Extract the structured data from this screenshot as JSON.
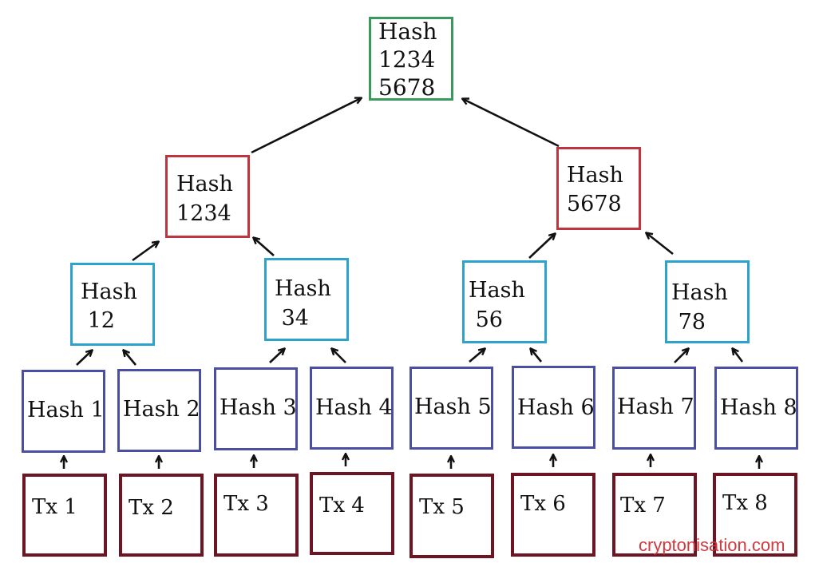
{
  "diagram": {
    "title": "Merkle Tree",
    "root": {
      "lines": [
        "Hash",
        "1234",
        "5678"
      ],
      "color": "#3a9a5c"
    },
    "level1": [
      {
        "lines": [
          "Hash",
          "1234"
        ],
        "color": "#c0343f"
      },
      {
        "lines": [
          "Hash",
          "5678"
        ],
        "color": "#c0343f"
      }
    ],
    "level2": [
      {
        "lines": [
          "Hash",
          " 12"
        ],
        "color": "#2ba3cd"
      },
      {
        "lines": [
          "Hash",
          " 34"
        ],
        "color": "#2ba3cd"
      },
      {
        "lines": [
          "Hash",
          " 56"
        ],
        "color": "#2ba3cd"
      },
      {
        "lines": [
          "Hash",
          " 78"
        ],
        "color": "#2ba3cd"
      }
    ],
    "leaves": [
      "Hash 1",
      "Hash 2",
      "Hash 3",
      "Hash 4",
      "Hash 5",
      "Hash 6",
      "Hash 7",
      "Hash 8"
    ],
    "transactions": [
      "Tx 1",
      "Tx 2",
      "Tx 3",
      "Tx 4",
      "Tx 5",
      "Tx 6",
      "Tx 7",
      "Tx 8"
    ],
    "edges": [
      {
        "from": "Tx 1",
        "to": "Hash 1"
      },
      {
        "from": "Tx 2",
        "to": "Hash 2"
      },
      {
        "from": "Tx 3",
        "to": "Hash 3"
      },
      {
        "from": "Tx 4",
        "to": "Hash 4"
      },
      {
        "from": "Tx 5",
        "to": "Hash 5"
      },
      {
        "from": "Tx 6",
        "to": "Hash 6"
      },
      {
        "from": "Tx 7",
        "to": "Hash 7"
      },
      {
        "from": "Tx 8",
        "to": "Hash 8"
      },
      {
        "from": "Hash 1",
        "to": "Hash 12"
      },
      {
        "from": "Hash 2",
        "to": "Hash 12"
      },
      {
        "from": "Hash 3",
        "to": "Hash 34"
      },
      {
        "from": "Hash 4",
        "to": "Hash 34"
      },
      {
        "from": "Hash 5",
        "to": "Hash 56"
      },
      {
        "from": "Hash 6",
        "to": "Hash 56"
      },
      {
        "from": "Hash 7",
        "to": "Hash 78"
      },
      {
        "from": "Hash 8",
        "to": "Hash 78"
      },
      {
        "from": "Hash 12",
        "to": "Hash 1234"
      },
      {
        "from": "Hash 34",
        "to": "Hash 1234"
      },
      {
        "from": "Hash 56",
        "to": "Hash 5678"
      },
      {
        "from": "Hash 78",
        "to": "Hash 5678"
      },
      {
        "from": "Hash 1234",
        "to": "Hash 12345678"
      },
      {
        "from": "Hash 5678",
        "to": "Hash 12345678"
      }
    ],
    "colors": {
      "root": "#3a9a5c",
      "level1": "#c0343f",
      "level2": "#2ba3cd",
      "leaf": "#4a4fa3",
      "tx": "#6e1524",
      "arrow": "#111111",
      "watermark": "#d03a3f"
    }
  },
  "watermark": "cryptonisation.com"
}
